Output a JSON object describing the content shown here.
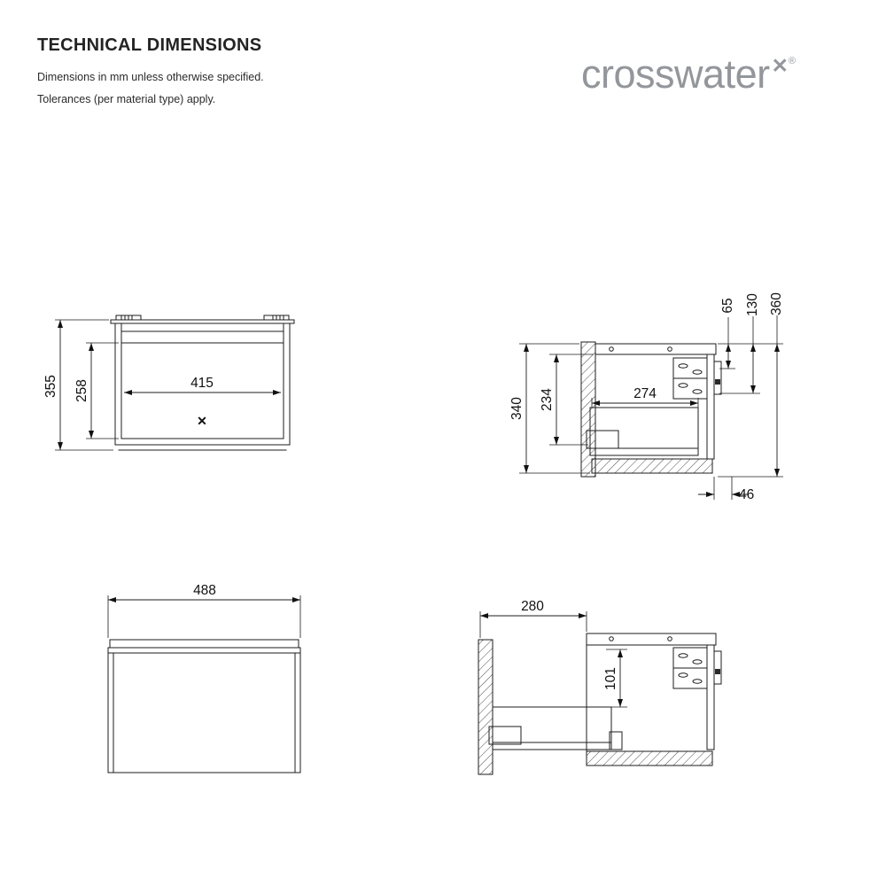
{
  "header": {
    "title": "TECHNICAL DIMENSIONS",
    "note_line1": "Dimensions in mm unless otherwise specified.",
    "note_line2": "Tolerances (per material type) apply."
  },
  "logo": {
    "wordmark": "crosswater",
    "mark": "✕",
    "registered": "®"
  },
  "drawings": {
    "front_view": {
      "overall_height_mm": "355",
      "opening_height_mm": "258",
      "opening_width_mm": "415",
      "center_mark": "✕"
    },
    "side_view": {
      "bracket_top_offset_mm": "65",
      "bracket_height_mm": "130",
      "overall_height_mm": "360",
      "carcass_height_mm": "340",
      "internal_height_mm": "234",
      "internal_depth_mm": "274",
      "rear_offset_mm": "46"
    },
    "front_elevation": {
      "overall_width_mm": "488"
    },
    "side_view_open": {
      "drawer_extension_mm": "280",
      "drawer_internal_height_mm": "101"
    }
  }
}
